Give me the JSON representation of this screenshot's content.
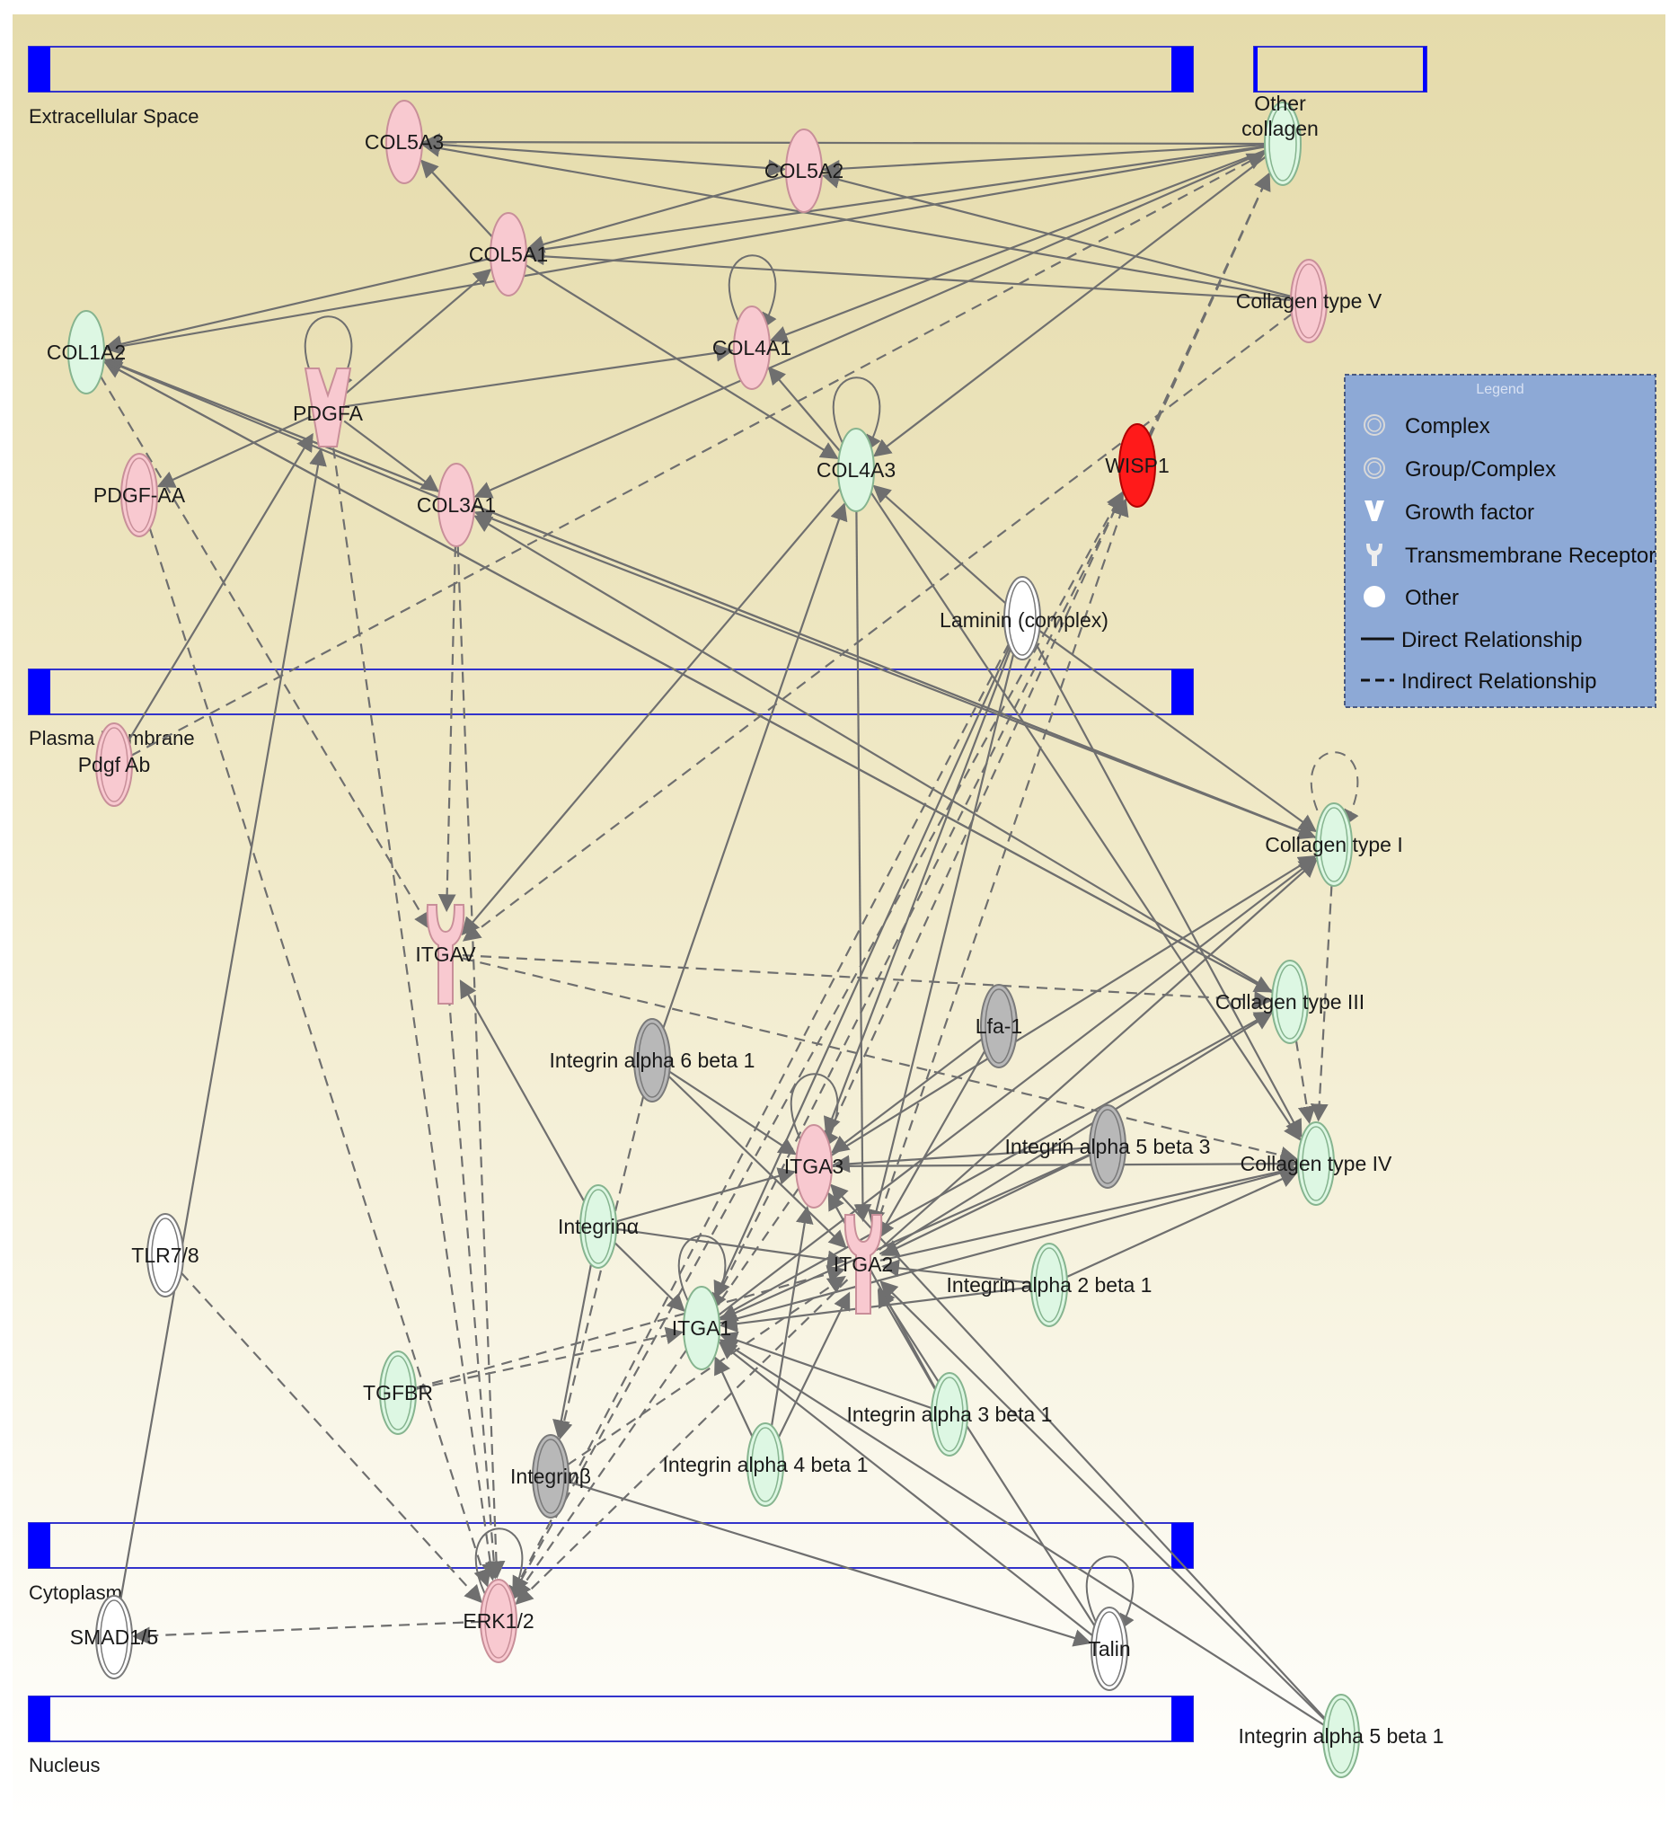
{
  "colors": {
    "pink": "#f8c9d0",
    "pink_edge": "#c88f99",
    "green": "#ddf7e3",
    "green_edge": "#86b48f",
    "gray": "#b8b8b8",
    "gray_edge": "#7a7a7a",
    "white": "#ffffff",
    "red": "#ff1a1a",
    "edge": "#6f6f6f",
    "band_blue": "#0000ff",
    "legend_bg": "#8da9d6"
  },
  "compartments": [
    {
      "id": "extracellular",
      "label": "Extracellular Space"
    },
    {
      "id": "plasma",
      "label": "Plasma Membrane"
    },
    {
      "id": "cytoplasm",
      "label": "Cytoplasm"
    },
    {
      "id": "nucleus",
      "label": "Nucleus"
    }
  ],
  "legend": {
    "title": "Legend",
    "items": [
      {
        "icon": "complex-icon",
        "label": "Complex"
      },
      {
        "icon": "group-complex-icon",
        "label": "Group/Complex"
      },
      {
        "icon": "growth-factor-icon",
        "label": "Growth factor"
      },
      {
        "icon": "transmembrane-receptor-icon",
        "label": "Transmembrane Receptor"
      },
      {
        "icon": "other-icon",
        "label": "Other"
      },
      {
        "icon": "direct-line-icon",
        "label": "Direct Relationship"
      },
      {
        "icon": "indirect-line-icon",
        "label": "Indirect Relationship"
      }
    ]
  },
  "nodes": [
    {
      "id": "other_collagen",
      "label": "Other\ncollagen",
      "color": "green",
      "shape": "double"
    },
    {
      "id": "col5a3",
      "label": "COL5A3",
      "color": "pink",
      "shape": "single"
    },
    {
      "id": "col5a2",
      "label": "COL5A2",
      "color": "pink",
      "shape": "single"
    },
    {
      "id": "col5a1",
      "label": "COL5A1",
      "color": "pink",
      "shape": "single"
    },
    {
      "id": "collagen_v",
      "label": "Collagen type V",
      "color": "pink",
      "shape": "double"
    },
    {
      "id": "col1a2",
      "label": "COL1A2",
      "color": "green",
      "shape": "single"
    },
    {
      "id": "col4a1",
      "label": "COL4A1",
      "color": "pink",
      "shape": "single"
    },
    {
      "id": "pdgfa",
      "label": "PDGFA",
      "color": "pink",
      "shape": "growth"
    },
    {
      "id": "pdgf_aa",
      "label": "PDGF-AA",
      "color": "pink",
      "shape": "double"
    },
    {
      "id": "col3a1",
      "label": "COL3A1",
      "color": "pink",
      "shape": "single"
    },
    {
      "id": "col4a3",
      "label": "COL4A3",
      "color": "green",
      "shape": "single"
    },
    {
      "id": "wisp1",
      "label": "WISP1",
      "color": "red",
      "shape": "single"
    },
    {
      "id": "laminin",
      "label": "Laminin (complex)",
      "color": "white",
      "shape": "double"
    },
    {
      "id": "pdgf_ab",
      "label": "Pdgf Ab",
      "color": "pink",
      "shape": "double"
    },
    {
      "id": "collagen_i",
      "label": "Collagen type I",
      "color": "green",
      "shape": "double"
    },
    {
      "id": "itgav",
      "label": "ITGAV",
      "color": "pink",
      "shape": "receptor"
    },
    {
      "id": "collagen_iii",
      "label": "Collagen type III",
      "color": "green",
      "shape": "double"
    },
    {
      "id": "lfa1",
      "label": "Lfa-1",
      "color": "gray",
      "shape": "double"
    },
    {
      "id": "int_a6b1",
      "label": "Integrin alpha 6 beta 1",
      "color": "gray",
      "shape": "double"
    },
    {
      "id": "itga3",
      "label": "ITGA3",
      "color": "pink",
      "shape": "single"
    },
    {
      "id": "int_a5b3",
      "label": "Integrin alpha 5 beta 3",
      "color": "gray",
      "shape": "double"
    },
    {
      "id": "collagen_iv",
      "label": "Collagen type IV",
      "color": "green",
      "shape": "double"
    },
    {
      "id": "integrin_a",
      "label": "Integrinα",
      "color": "green",
      "shape": "double"
    },
    {
      "id": "itga2",
      "label": "ITGA2",
      "color": "pink",
      "shape": "receptor"
    },
    {
      "id": "tlr78",
      "label": "TLR7/8",
      "color": "white",
      "shape": "double"
    },
    {
      "id": "int_a2b1",
      "label": "Integrin alpha 2 beta 1",
      "color": "green",
      "shape": "double"
    },
    {
      "id": "itga1",
      "label": "ITGA1",
      "color": "green",
      "shape": "single"
    },
    {
      "id": "tgfbr",
      "label": "TGFBR",
      "color": "green",
      "shape": "double"
    },
    {
      "id": "int_a3b1",
      "label": "Integrin alpha 3 beta 1",
      "color": "green",
      "shape": "double"
    },
    {
      "id": "int_a4b1",
      "label": "Integrin alpha 4 beta 1",
      "color": "green",
      "shape": "double"
    },
    {
      "id": "integrin_b",
      "label": "Integrinβ",
      "color": "gray",
      "shape": "double"
    },
    {
      "id": "smad15",
      "label": "SMAD1/5",
      "color": "white",
      "shape": "double"
    },
    {
      "id": "erk12",
      "label": "ERK1/2",
      "color": "pink",
      "shape": "double"
    },
    {
      "id": "talin",
      "label": "Talin",
      "color": "white",
      "shape": "double"
    },
    {
      "id": "int_a5b1",
      "label": "Integrin alpha 5 beta 1",
      "color": "green",
      "shape": "double"
    }
  ],
  "edges": [
    {
      "from": "other_collagen",
      "to": "col5a3",
      "type": "direct"
    },
    {
      "from": "other_collagen",
      "to": "col5a2",
      "type": "direct"
    },
    {
      "from": "other_collagen",
      "to": "col5a1",
      "type": "direct"
    },
    {
      "from": "other_collagen",
      "to": "col1a2",
      "type": "direct"
    },
    {
      "from": "other_collagen",
      "to": "col4a1",
      "type": "direct"
    },
    {
      "from": "other_collagen",
      "to": "col3a1",
      "type": "direct"
    },
    {
      "from": "other_collagen",
      "to": "col4a3",
      "type": "direct"
    },
    {
      "from": "collagen_v",
      "to": "col5a3",
      "type": "direct"
    },
    {
      "from": "collagen_v",
      "to": "col5a2",
      "type": "direct"
    },
    {
      "from": "collagen_v",
      "to": "col5a1",
      "type": "direct"
    },
    {
      "from": "col5a1",
      "to": "col5a3",
      "type": "direct"
    },
    {
      "from": "col5a1",
      "to": "col1a2",
      "type": "direct"
    },
    {
      "from": "col5a1",
      "to": "col4a3",
      "type": "direct"
    },
    {
      "from": "col5a2",
      "to": "col5a1",
      "type": "direct"
    },
    {
      "from": "col5a3",
      "to": "col5a2",
      "type": "direct"
    },
    {
      "from": "pdgfa",
      "to": "col5a1",
      "type": "direct"
    },
    {
      "from": "pdgfa",
      "to": "col4a1",
      "type": "direct"
    },
    {
      "from": "pdgfa",
      "to": "pdgf_aa",
      "type": "direct"
    },
    {
      "from": "pdgfa",
      "to": "col3a1",
      "type": "direct"
    },
    {
      "from": "pdgfa",
      "to": "pdgfa",
      "type": "direct"
    },
    {
      "from": "col4a1",
      "to": "col4a1",
      "type": "direct"
    },
    {
      "from": "col4a3",
      "to": "col4a1",
      "type": "direct"
    },
    {
      "from": "col3a1",
      "to": "col1a2",
      "type": "direct"
    },
    {
      "from": "collagen_i",
      "to": "col1a2",
      "type": "direct"
    },
    {
      "from": "collagen_iii",
      "to": "col1a2",
      "type": "direct"
    },
    {
      "from": "collagen_i",
      "to": "col3a1",
      "type": "direct"
    },
    {
      "from": "collagen_iii",
      "to": "col3a1",
      "type": "direct"
    },
    {
      "from": "pdgf_ab",
      "to": "pdgfa",
      "type": "direct"
    },
    {
      "from": "smad15",
      "to": "pdgfa",
      "type": "direct"
    },
    {
      "from": "pdgf_ab",
      "to": "other_collagen",
      "type": "indirect"
    },
    {
      "from": "wisp1",
      "to": "other_collagen",
      "type": "indirect"
    },
    {
      "from": "laminin",
      "to": "col4a3",
      "type": "direct"
    },
    {
      "from": "laminin",
      "to": "collagen_i",
      "type": "direct"
    },
    {
      "from": "laminin",
      "to": "itga3",
      "type": "direct"
    },
    {
      "from": "laminin",
      "to": "itga2",
      "type": "direct"
    },
    {
      "from": "laminin",
      "to": "itga1",
      "type": "direct"
    },
    {
      "from": "col4a3",
      "to": "collagen_iv",
      "type": "direct"
    },
    {
      "from": "col4a3",
      "to": "itga2",
      "type": "direct"
    },
    {
      "from": "col4a3",
      "to": "itgav",
      "type": "direct"
    },
    {
      "from": "col1a2",
      "to": "collagen_i",
      "type": "direct"
    },
    {
      "from": "col1a2",
      "to": "collagen_iii",
      "type": "direct"
    },
    {
      "from": "pdgfa",
      "to": "erk12",
      "type": "indirect"
    },
    {
      "from": "pdgf_aa",
      "to": "erk12",
      "type": "indirect"
    },
    {
      "from": "col1a2",
      "to": "itgav",
      "type": "indirect"
    },
    {
      "from": "collagen_v",
      "to": "itgav",
      "type": "indirect"
    },
    {
      "from": "col3a1",
      "to": "itgav",
      "type": "indirect"
    },
    {
      "from": "itgav",
      "to": "erk12",
      "type": "indirect"
    },
    {
      "from": "itgav",
      "to": "collagen_iii",
      "type": "indirect"
    },
    {
      "from": "itgav",
      "to": "collagen_iv",
      "type": "indirect"
    },
    {
      "from": "col3a1",
      "to": "erk12",
      "type": "indirect"
    },
    {
      "from": "itga1",
      "to": "wisp1",
      "type": "indirect"
    },
    {
      "from": "itga2",
      "to": "wisp1",
      "type": "indirect"
    },
    {
      "from": "itga3",
      "to": "other_collagen",
      "type": "indirect"
    },
    {
      "from": "erk12",
      "to": "wisp1",
      "type": "indirect"
    },
    {
      "from": "collagen_i",
      "to": "collagen_iv",
      "type": "indirect"
    },
    {
      "from": "collagen_iii",
      "to": "collagen_iv",
      "type": "indirect"
    },
    {
      "from": "collagen_i",
      "to": "collagen_i",
      "type": "indirect"
    },
    {
      "from": "itga2",
      "to": "collagen_i",
      "type": "direct"
    },
    {
      "from": "itga1",
      "to": "collagen_i",
      "type": "direct"
    },
    {
      "from": "itga3",
      "to": "collagen_i",
      "type": "direct"
    },
    {
      "from": "itga2",
      "to": "collagen_iii",
      "type": "direct"
    },
    {
      "from": "itga1",
      "to": "collagen_iii",
      "type": "direct"
    },
    {
      "from": "itga2",
      "to": "collagen_iv",
      "type": "direct"
    },
    {
      "from": "itga1",
      "to": "collagen_iv",
      "type": "direct"
    },
    {
      "from": "itga3",
      "to": "collagen_iv",
      "type": "direct"
    },
    {
      "from": "int_a6b1",
      "to": "itga3",
      "type": "direct"
    },
    {
      "from": "int_a6b1",
      "to": "itga2",
      "type": "direct"
    },
    {
      "from": "int_a6b1",
      "to": "col4a3",
      "type": "direct"
    },
    {
      "from": "lfa1",
      "to": "itga3",
      "type": "direct"
    },
    {
      "from": "lfa1",
      "to": "itga2",
      "type": "direct"
    },
    {
      "from": "int_a5b3",
      "to": "itga3",
      "type": "direct"
    },
    {
      "from": "int_a5b3",
      "to": "itga2",
      "type": "direct"
    },
    {
      "from": "int_a5b3",
      "to": "itga1",
      "type": "direct"
    },
    {
      "from": "integrin_a",
      "to": "itga3",
      "type": "direct"
    },
    {
      "from": "integrin_a",
      "to": "itga2",
      "type": "direct"
    },
    {
      "from": "integrin_a",
      "to": "itga1",
      "type": "direct"
    },
    {
      "from": "integrin_a",
      "to": "itgav",
      "type": "direct"
    },
    {
      "from": "int_a6b1",
      "to": "integrin_b",
      "type": "indirect"
    },
    {
      "from": "integrin_a",
      "to": "integrin_b",
      "type": "direct"
    },
    {
      "from": "int_a2b1",
      "to": "itga2",
      "type": "direct"
    },
    {
      "from": "int_a2b1",
      "to": "itga1",
      "type": "direct"
    },
    {
      "from": "int_a2b1",
      "to": "collagen_iv",
      "type": "direct"
    },
    {
      "from": "int_a3b1",
      "to": "itga3",
      "type": "direct"
    },
    {
      "from": "int_a3b1",
      "to": "itga2",
      "type": "direct"
    },
    {
      "from": "int_a3b1",
      "to": "itga1",
      "type": "direct"
    },
    {
      "from": "int_a4b1",
      "to": "itga3",
      "type": "direct"
    },
    {
      "from": "int_a4b1",
      "to": "itga2",
      "type": "direct"
    },
    {
      "from": "int_a4b1",
      "to": "itga1",
      "type": "direct"
    },
    {
      "from": "itga1",
      "to": "itga1",
      "type": "direct"
    },
    {
      "from": "itga3",
      "to": "itga3",
      "type": "direct"
    },
    {
      "from": "tgfbr",
      "to": "itga2",
      "type": "indirect"
    },
    {
      "from": "tgfbr",
      "to": "itga1",
      "type": "indirect"
    },
    {
      "from": "integrin_b",
      "to": "talin",
      "type": "direct"
    },
    {
      "from": "integrin_b",
      "to": "itga2",
      "type": "indirect"
    },
    {
      "from": "talin",
      "to": "itga2",
      "type": "direct"
    },
    {
      "from": "talin",
      "to": "itga1",
      "type": "direct"
    },
    {
      "from": "talin",
      "to": "talin",
      "type": "direct"
    },
    {
      "from": "int_a5b1",
      "to": "itga2",
      "type": "direct"
    },
    {
      "from": "int_a5b1",
      "to": "itga1",
      "type": "direct"
    },
    {
      "from": "int_a5b1",
      "to": "itga3",
      "type": "direct"
    },
    {
      "from": "tlr78",
      "to": "erk12",
      "type": "indirect"
    },
    {
      "from": "erk12",
      "to": "smad15",
      "type": "indirect"
    },
    {
      "from": "erk12",
      "to": "erk12",
      "type": "direct"
    },
    {
      "from": "laminin",
      "to": "erk12",
      "type": "indirect"
    },
    {
      "from": "itga3",
      "to": "erk12",
      "type": "indirect"
    },
    {
      "from": "itga2",
      "to": "erk12",
      "type": "indirect"
    },
    {
      "from": "col4a3",
      "to": "col4a3",
      "type": "direct"
    },
    {
      "from": "laminin",
      "to": "collagen_iv",
      "type": "direct"
    }
  ]
}
